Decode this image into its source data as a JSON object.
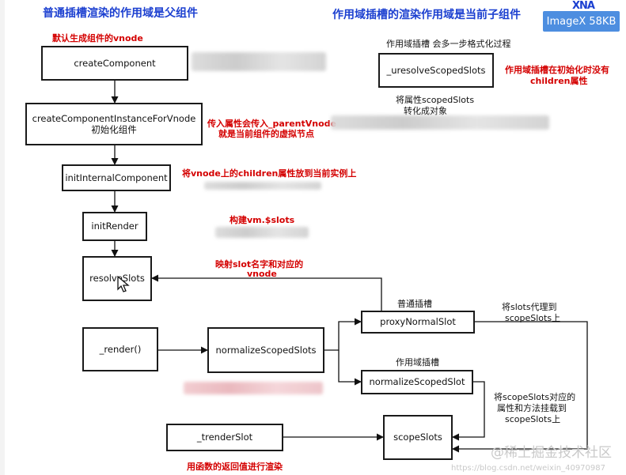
{
  "titles": {
    "left": "普通插槽渲染的作用域是父组件",
    "right": "作用域插槽的渲染作用域是当前子组件"
  },
  "badge": {
    "logo": "XNA",
    "label": "ImageX 58KB"
  },
  "nodes": {
    "create_component": "createComponent",
    "create_instance_line1": "createComponentInstanceForVnode",
    "create_instance_line2": "初始化组件",
    "init_internal": "initInternalComponent",
    "init_render": "initRender",
    "resolve_slots": "resolveSlots",
    "render": "_render()",
    "normalize_scoped_slots_main": "normalizeScopedSlots",
    "proxy_normal_slot": "proxyNormalSlot",
    "normalize_scoped_slot": "normalizeScopedSlot",
    "scope_slots": "scopeSlots",
    "trender_slot": "_trenderSlot",
    "uresolve_scoped_slots": "_uresolveScopedSlots"
  },
  "annotations": {
    "default_vnode": "默认生成组件的vnode",
    "parent_vnode_line1": "传入属性会传入_parentVnode",
    "parent_vnode_line2": "就是当前组件的虚拟节点",
    "children_to_instance": "将vnode上的children属性放到当前实例上",
    "build_slots": "构建vm.$slots",
    "map_slot_line1": "映射slot名字和对应的",
    "map_slot_line2": "vnode",
    "render_return": "用函数的返回值进行渲染",
    "scoped_no_children_line1": "作用域插槽在初始化时没有",
    "scoped_no_children_line2": "children属性"
  },
  "labels": {
    "scoped_format": "作用域插槽 会多一步格式化过程",
    "to_object_line1": "将属性scopedSlots",
    "to_object_line2": "转化成对象",
    "normal_slot": "普通插槽",
    "scoped_slot": "作用域插槽",
    "proxy_to_line1": "将slots代理到",
    "proxy_to_line2": "scopeSlots上",
    "mount_line1": "将scopeSlots对应的",
    "mount_line2": "属性和方法挂载到",
    "mount_line3": "scopeSlots上"
  },
  "watermark": {
    "text": "@稀土掘金技术社区",
    "url": "https://blog.csdn.net/weixin_40970987"
  }
}
